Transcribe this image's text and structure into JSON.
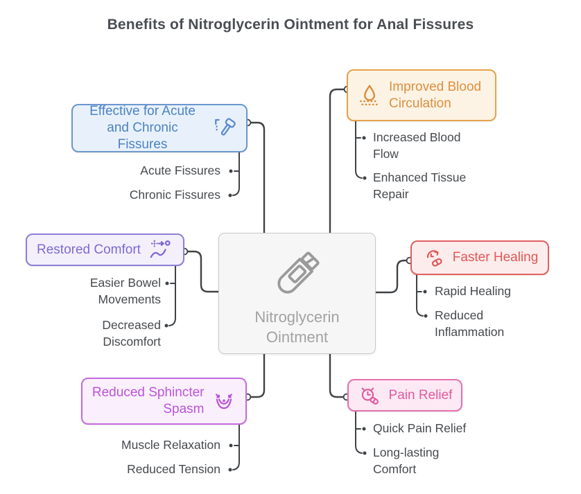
{
  "title": "Benefits of Nitroglycerin Ointment for Anal Fissures",
  "center": {
    "label": "Nitroglycerin Ointment",
    "icon": "ointment-tube-icon"
  },
  "branches": [
    {
      "label": "Effective for Acute and Chronic Fissures",
      "icon": "medical-applicator-icon",
      "side": "left",
      "accent_color": "#4d82c3",
      "border_color": "#6a97cf",
      "background_color": "#e8f1fb",
      "children": [
        "Acute Fissures",
        "Chronic Fissures"
      ]
    },
    {
      "label": "Improved Blood Circulation",
      "icon": "blood-drop-icon",
      "side": "right",
      "accent_color": "#de8e3f",
      "border_color": "#e3a34b",
      "background_color": "#fdf3e4",
      "children": [
        "Increased Blood Flow",
        "Enhanced Tissue Repair"
      ]
    },
    {
      "label": "Restored Comfort",
      "icon": "stretching-person-icon",
      "side": "left",
      "accent_color": "#7b6bd0",
      "border_color": "#8f7fd8",
      "background_color": "#f3f0fc",
      "children": [
        "Easier Bowel Movements",
        "Decreased Discomfort"
      ]
    },
    {
      "label": "Faster Healing",
      "icon": "healing-time-icon",
      "side": "right",
      "accent_color": "#e05858",
      "border_color": "#e26060",
      "background_color": "#fdecec",
      "children": [
        "Rapid Healing",
        "Reduced Inflammation"
      ]
    },
    {
      "label": "Reduced Sphincter Spasm",
      "icon": "sphincter-muscle-icon",
      "side": "left",
      "accent_color": "#bb55d9",
      "border_color": "#c36ade",
      "background_color": "#faf0fd",
      "children": [
        "Muscle Relaxation",
        "Reduced Tension"
      ]
    },
    {
      "label": "Pain Relief",
      "icon": "pain-relief-clock-icon",
      "side": "right",
      "accent_color": "#e25a9e",
      "border_color": "#e470ae",
      "background_color": "#fce9f4",
      "children": [
        "Quick Pain Relief",
        "Long-lasting Comfort"
      ]
    }
  ],
  "colors": {
    "connector": "#3f4245",
    "sub_text": "#46494d",
    "title_text": "#4a4d52",
    "center_border": "#c9c9c9",
    "center_background": "#f6f6f6",
    "center_text": "#a2a2a2"
  }
}
